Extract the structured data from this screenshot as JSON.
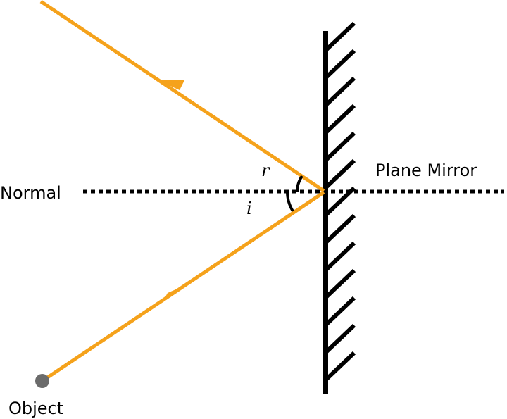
{
  "labels": {
    "normal": "Normal",
    "mirror": "Plane Mirror",
    "object": "Object",
    "reflected_angle": "r",
    "incident_angle": "i"
  },
  "colors": {
    "ray": "#F5A21B",
    "object_point": "#6B6B6B",
    "mirror": "#000000",
    "normal_line": "#000000",
    "background": "#FFFFFF"
  }
}
